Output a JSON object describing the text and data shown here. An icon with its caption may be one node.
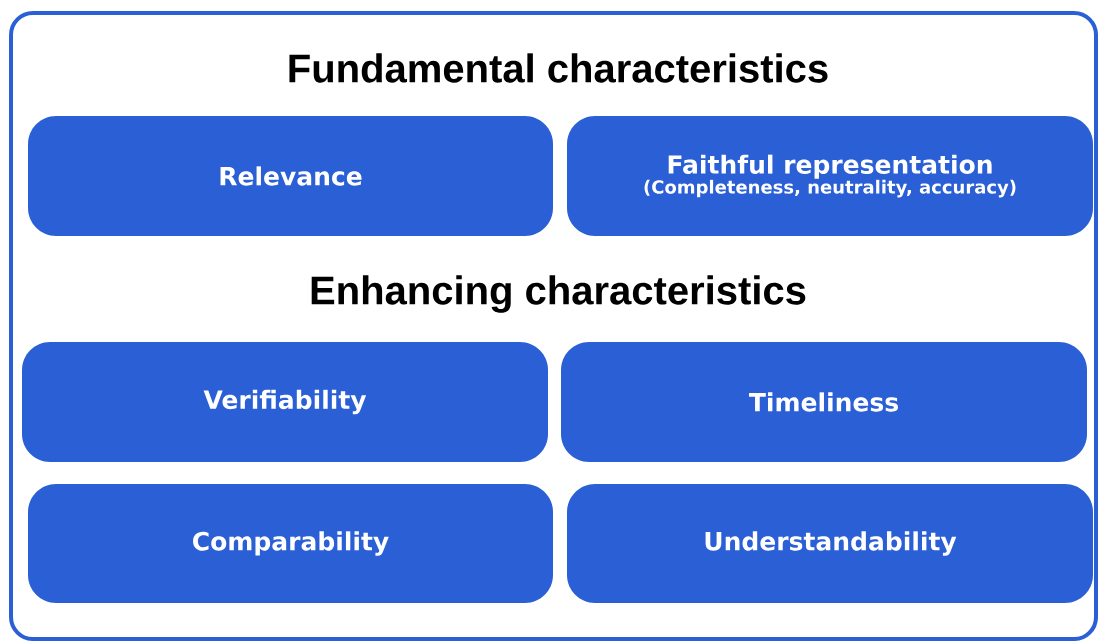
{
  "diagram": {
    "nodes": [
      {
        "text": [
          "Fundamental characteristics",
          "Enhancing characteristics"
        ]
      },
      {
        "text": [
          "Relevance"
        ],
        "in": 0
      },
      {
        "text": [
          "Faithful representation",
          "(Completeness, neutrality, accuracy)"
        ],
        "in": 0
      },
      {
        "text": [
          "Verifiability"
        ],
        "in": 0
      },
      {
        "text": [
          "Timeliness"
        ],
        "in": 0
      },
      {
        "text": [
          "Comparability"
        ],
        "in": 0
      },
      {
        "text": [
          "Understandability"
        ],
        "in": 0
      }
    ]
  }
}
